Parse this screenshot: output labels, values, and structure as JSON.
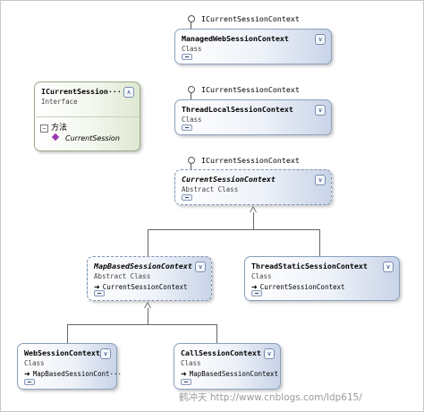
{
  "diagram": {
    "interface_ref_label": "ICurrentSessionContext",
    "interface_box": {
      "name": "ICurrentSession···",
      "stereotype": "Interface",
      "section_label": "方法",
      "member": "CurrentSession"
    },
    "classes": {
      "managed_web": {
        "name": "ManagedWebSessionContext",
        "stereotype": "Class"
      },
      "thread_local": {
        "name": "ThreadLocalSessionContext",
        "stereotype": "Class"
      },
      "current_abstract": {
        "name": "CurrentSessionContext",
        "stereotype": "Abstract Class"
      },
      "map_based": {
        "name": "MapBasedSessionContext",
        "stereotype": "Abstract Class",
        "base": "CurrentSessionContext"
      },
      "thread_static": {
        "name": "ThreadStaticSessionContext",
        "stereotype": "Class",
        "base": "CurrentSessionContext"
      },
      "web_session": {
        "name": "WebSessionContext",
        "stereotype": "Class",
        "base": "MapBasedSessionCont···"
      },
      "call_session": {
        "name": "CallSessionContext",
        "stereotype": "Class",
        "base": "MapBasedSessionContext"
      }
    }
  },
  "watermark": "鹤冲天  http://www.cnblogs.com/ldp615/",
  "icons": {
    "expand": "double-chevron-down-icon",
    "collapse": "double-chevron-up-icon",
    "inherits_from": "arrow-right-icon",
    "method": "purple-diamond-method-icon"
  },
  "colors": {
    "class_gradient_end": "#c9d4e8",
    "interface_gradient_end": "#dfe8d3",
    "border": "#8aa0bd"
  }
}
